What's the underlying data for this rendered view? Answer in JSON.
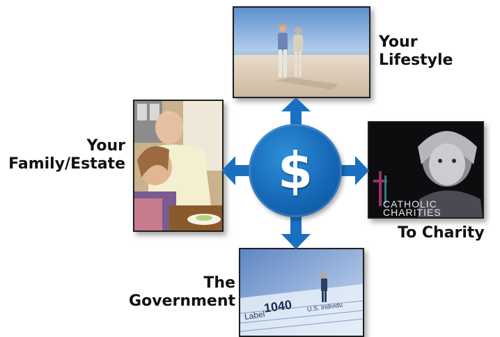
{
  "center": {
    "symbol": "$"
  },
  "labels": {
    "lifestyle_line1": "Your",
    "lifestyle_line2": "Lifestyle",
    "family_line1": "Your",
    "family_line2": "Family/Estate",
    "charity": "To Charity",
    "government_line1": "The",
    "government_line2": "Government"
  },
  "charity_logo": {
    "line1": "CATHOLIC",
    "line2": "CHARITIES"
  },
  "government_image_text": {
    "form_number": "1040",
    "form_label": "Label",
    "form_caption": "U.S. Individu"
  },
  "colors": {
    "hub": "#1668b7",
    "arrow": "#1a70c0",
    "text": "#111111"
  }
}
